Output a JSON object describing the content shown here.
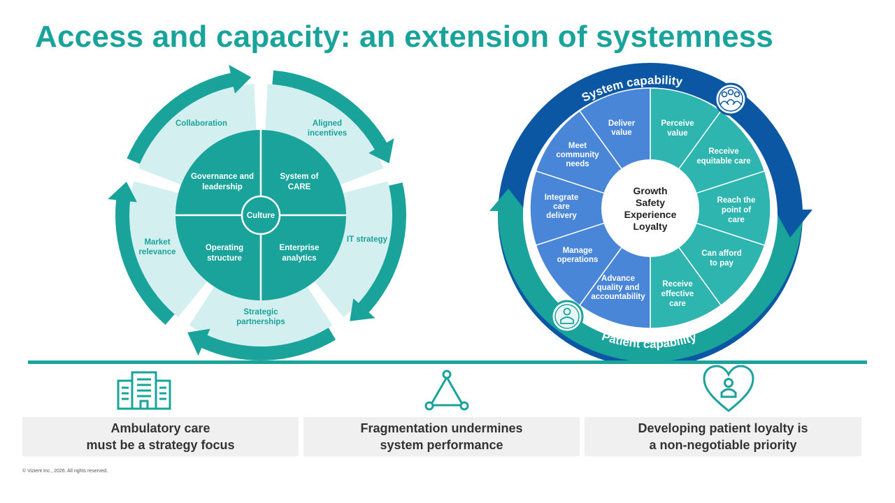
{
  "title": "Access and capacity: an extension of systemness",
  "colors": {
    "teal": "#1aa39a",
    "teal_light": "#d4eff0",
    "blue_dark": "#0c57a4",
    "blue_mid": "#4a86d8",
    "teal_mid": "#2fb5af"
  },
  "left_wheel": {
    "outer_segments": [
      "Collaboration",
      "Aligned incentives",
      "IT strategy",
      "Strategic partnerships",
      "Market relevance"
    ],
    "inner_quadrants": [
      "Governance and leadership",
      "System of CARE",
      "Operating structure",
      "Enterprise analytics"
    ],
    "center": "Culture"
  },
  "right_wheel": {
    "top_arc_label": "System capability",
    "bottom_arc_label": "Patient capability",
    "system_items": [
      "Deliver value",
      "Meet community needs",
      "Integrate care delivery",
      "Manage operations",
      "Advance quality and accountability"
    ],
    "patient_items": [
      "Perceive value",
      "Receive equitable care",
      "Reach the point of care",
      "Can afford to pay",
      "Receive effective care"
    ],
    "center_lines": [
      "Growth",
      "Safety",
      "Experience",
      "Loyalty"
    ]
  },
  "cards": [
    {
      "icon": "buildings-icon",
      "line1": "Ambulatory care",
      "line2": "must be a strategy focus"
    },
    {
      "icon": "network-triangle-icon",
      "line1": "Fragmentation undermines",
      "line2": "system performance"
    },
    {
      "icon": "heart-person-icon",
      "line1": "Developing patient loyalty is",
      "line2": "a non-negotiable priority"
    }
  ],
  "copyright": "© Vizient Inc., 2026. All rights reserved."
}
